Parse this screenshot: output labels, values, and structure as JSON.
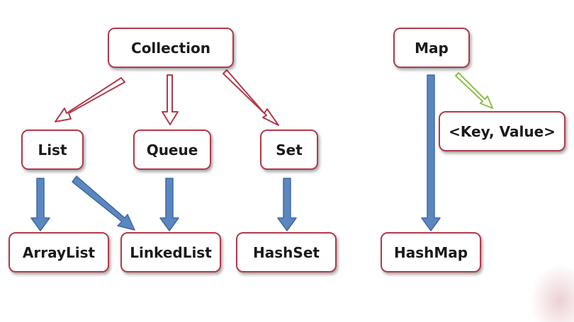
{
  "diagram": {
    "nodes": {
      "collection": "Collection",
      "list": "List",
      "queue": "Queue",
      "set": "Set",
      "map": "Map",
      "key_value": "<Key, Value>",
      "arraylist": "ArrayList",
      "linkedlist": "LinkedList",
      "hashset": "HashSet",
      "hashmap": "HashMap"
    },
    "edges": [
      {
        "from": "Collection",
        "to": "List",
        "kind": "extends"
      },
      {
        "from": "Collection",
        "to": "Queue",
        "kind": "extends"
      },
      {
        "from": "Collection",
        "to": "Set",
        "kind": "extends"
      },
      {
        "from": "List",
        "to": "ArrayList",
        "kind": "implements"
      },
      {
        "from": "List",
        "to": "LinkedList",
        "kind": "implements"
      },
      {
        "from": "Queue",
        "to": "LinkedList",
        "kind": "implements"
      },
      {
        "from": "Set",
        "to": "HashSet",
        "kind": "implements"
      },
      {
        "from": "Map",
        "to": "HashMap",
        "kind": "implements"
      },
      {
        "from": "Map",
        "to": "<Key, Value>",
        "kind": "stores"
      }
    ]
  },
  "colors": {
    "box_border": "#b33a4a",
    "extends_arrow": "#b33a4a",
    "implements_arrow": "#5b86c0",
    "stores_arrow": "#8fbf4a"
  }
}
